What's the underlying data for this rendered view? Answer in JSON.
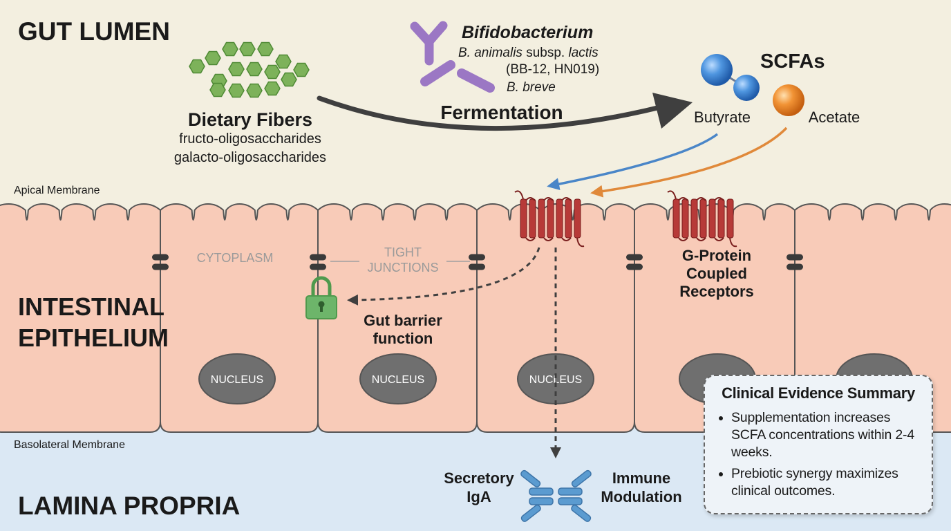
{
  "regions": {
    "lumen": "GUT LUMEN",
    "epithelium_line1": "INTESTINAL",
    "epithelium_line2": "EPITHELIUM",
    "lamina": "LAMINA PROPRIA"
  },
  "membranes": {
    "apical": "Apical Membrane",
    "basolateral": "Basolateral Membrane"
  },
  "fibers": {
    "title": "Dietary Fibers",
    "line1": "fructo-oligosaccharides",
    "line2": "galacto-oligosaccharides"
  },
  "bacteria": {
    "title": "Bifidobacterium",
    "strain_species": "B. animalis",
    "strain_mid": " subsp. ",
    "strain_sub": "lactis",
    "strain_codes": "(BB-12, HN019)",
    "strain2": "B. breve"
  },
  "process": {
    "fermentation": "Fermentation"
  },
  "scfa": {
    "title": "SCFAs",
    "butyrate": "Butyrate",
    "acetate": "Acetate"
  },
  "cell": {
    "cytoplasm": "CYTOPLASM",
    "tight_line1": "TIGHT",
    "tight_line2": "JUNCTIONS",
    "nucleus": "NUCLEUS"
  },
  "receptor": {
    "line1": "G-Protein",
    "line2": "Coupled",
    "line3": "Receptors"
  },
  "barrier": {
    "line1": "Gut barrier",
    "line2": "function"
  },
  "immune": {
    "iga_line1": "Secretory",
    "iga_line2": "IgA",
    "mod_line1": "Immune",
    "mod_line2": "Modulation"
  },
  "evidence": {
    "title": "Clinical Evidence Summary",
    "items": [
      "Supplementation increases SCFA concentrations within 2-4 weeks.",
      "Prebiotic synergy maximizes clinical outcomes."
    ]
  },
  "colors": {
    "lumen_bg": "#f3efe0",
    "cell_fill": "#f8cbb8",
    "lamina_bg": "#dbe8f4",
    "fiber_green": "#7db25a",
    "bacteria_purple": "#9b77c4",
    "butyrate_blue": "#3d85d6",
    "acetate_orange": "#ef8a2f",
    "receptor_red": "#b73a38",
    "lock_green": "#6db56a",
    "antibody_blue": "#5b9bd0"
  }
}
